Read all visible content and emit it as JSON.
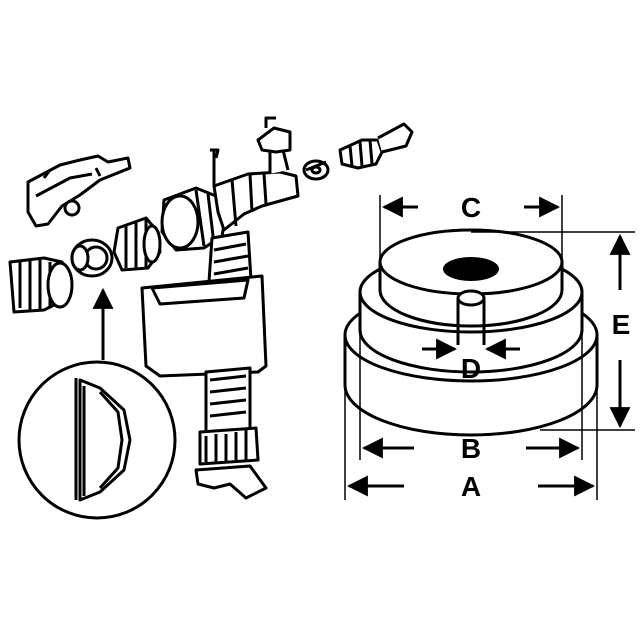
{
  "dimensions": {
    "a": "A",
    "b": "B",
    "c": "C",
    "d": "D",
    "e": "E"
  },
  "colors": {
    "ink": "#000000",
    "paper": "#ffffff",
    "shade": "#eaeaea"
  }
}
